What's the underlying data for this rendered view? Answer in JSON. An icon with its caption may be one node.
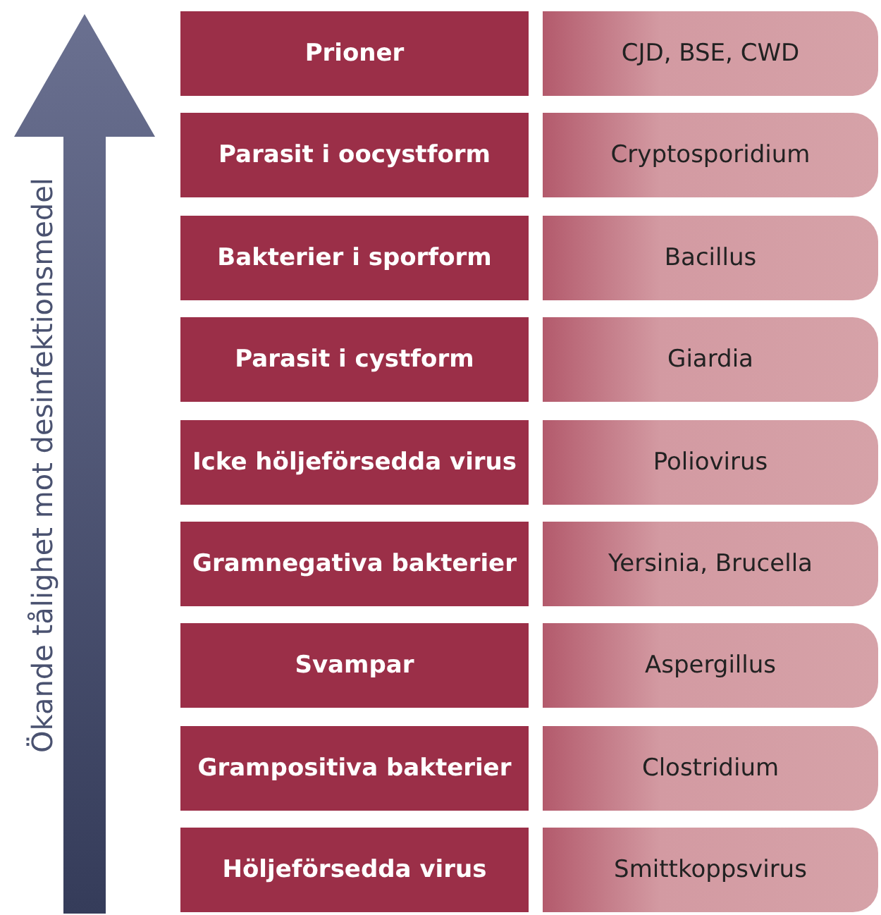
{
  "diagram": {
    "nodes": [
      {
        "text": [
          "Prioner"
        ]
      },
      {
        "text": [
          "CJD, BSE, CWD"
        ]
      },
      {
        "text": [
          "Parasit i oocystform"
        ]
      },
      {
        "text": [
          "Cryptosporidium"
        ]
      },
      {
        "text": [
          "Bakterier i sporform"
        ]
      },
      {
        "text": [
          "Bacillus"
        ]
      },
      {
        "text": [
          "Parasit i cystform"
        ]
      },
      {
        "text": [
          "Giardia"
        ]
      },
      {
        "text": [
          "Icke höljeförsedda virus"
        ]
      },
      {
        "text": [
          "Poliovirus"
        ]
      },
      {
        "text": [
          "Gramnegativa bakterier"
        ]
      },
      {
        "text": [
          "Yersinia, Brucella"
        ]
      },
      {
        "text": [
          "Svampar"
        ]
      },
      {
        "text": [
          "Aspergillus"
        ]
      },
      {
        "text": [
          "Grampositiva bakterier"
        ]
      },
      {
        "text": [
          "Clostridium"
        ]
      },
      {
        "text": [
          "Höljeförsedda virus"
        ]
      },
      {
        "text": [
          "Smittkoppsvirus"
        ]
      }
    ],
    "labels": [
      "Ökande tålighet mot desinfektionsmedel"
    ]
  }
}
